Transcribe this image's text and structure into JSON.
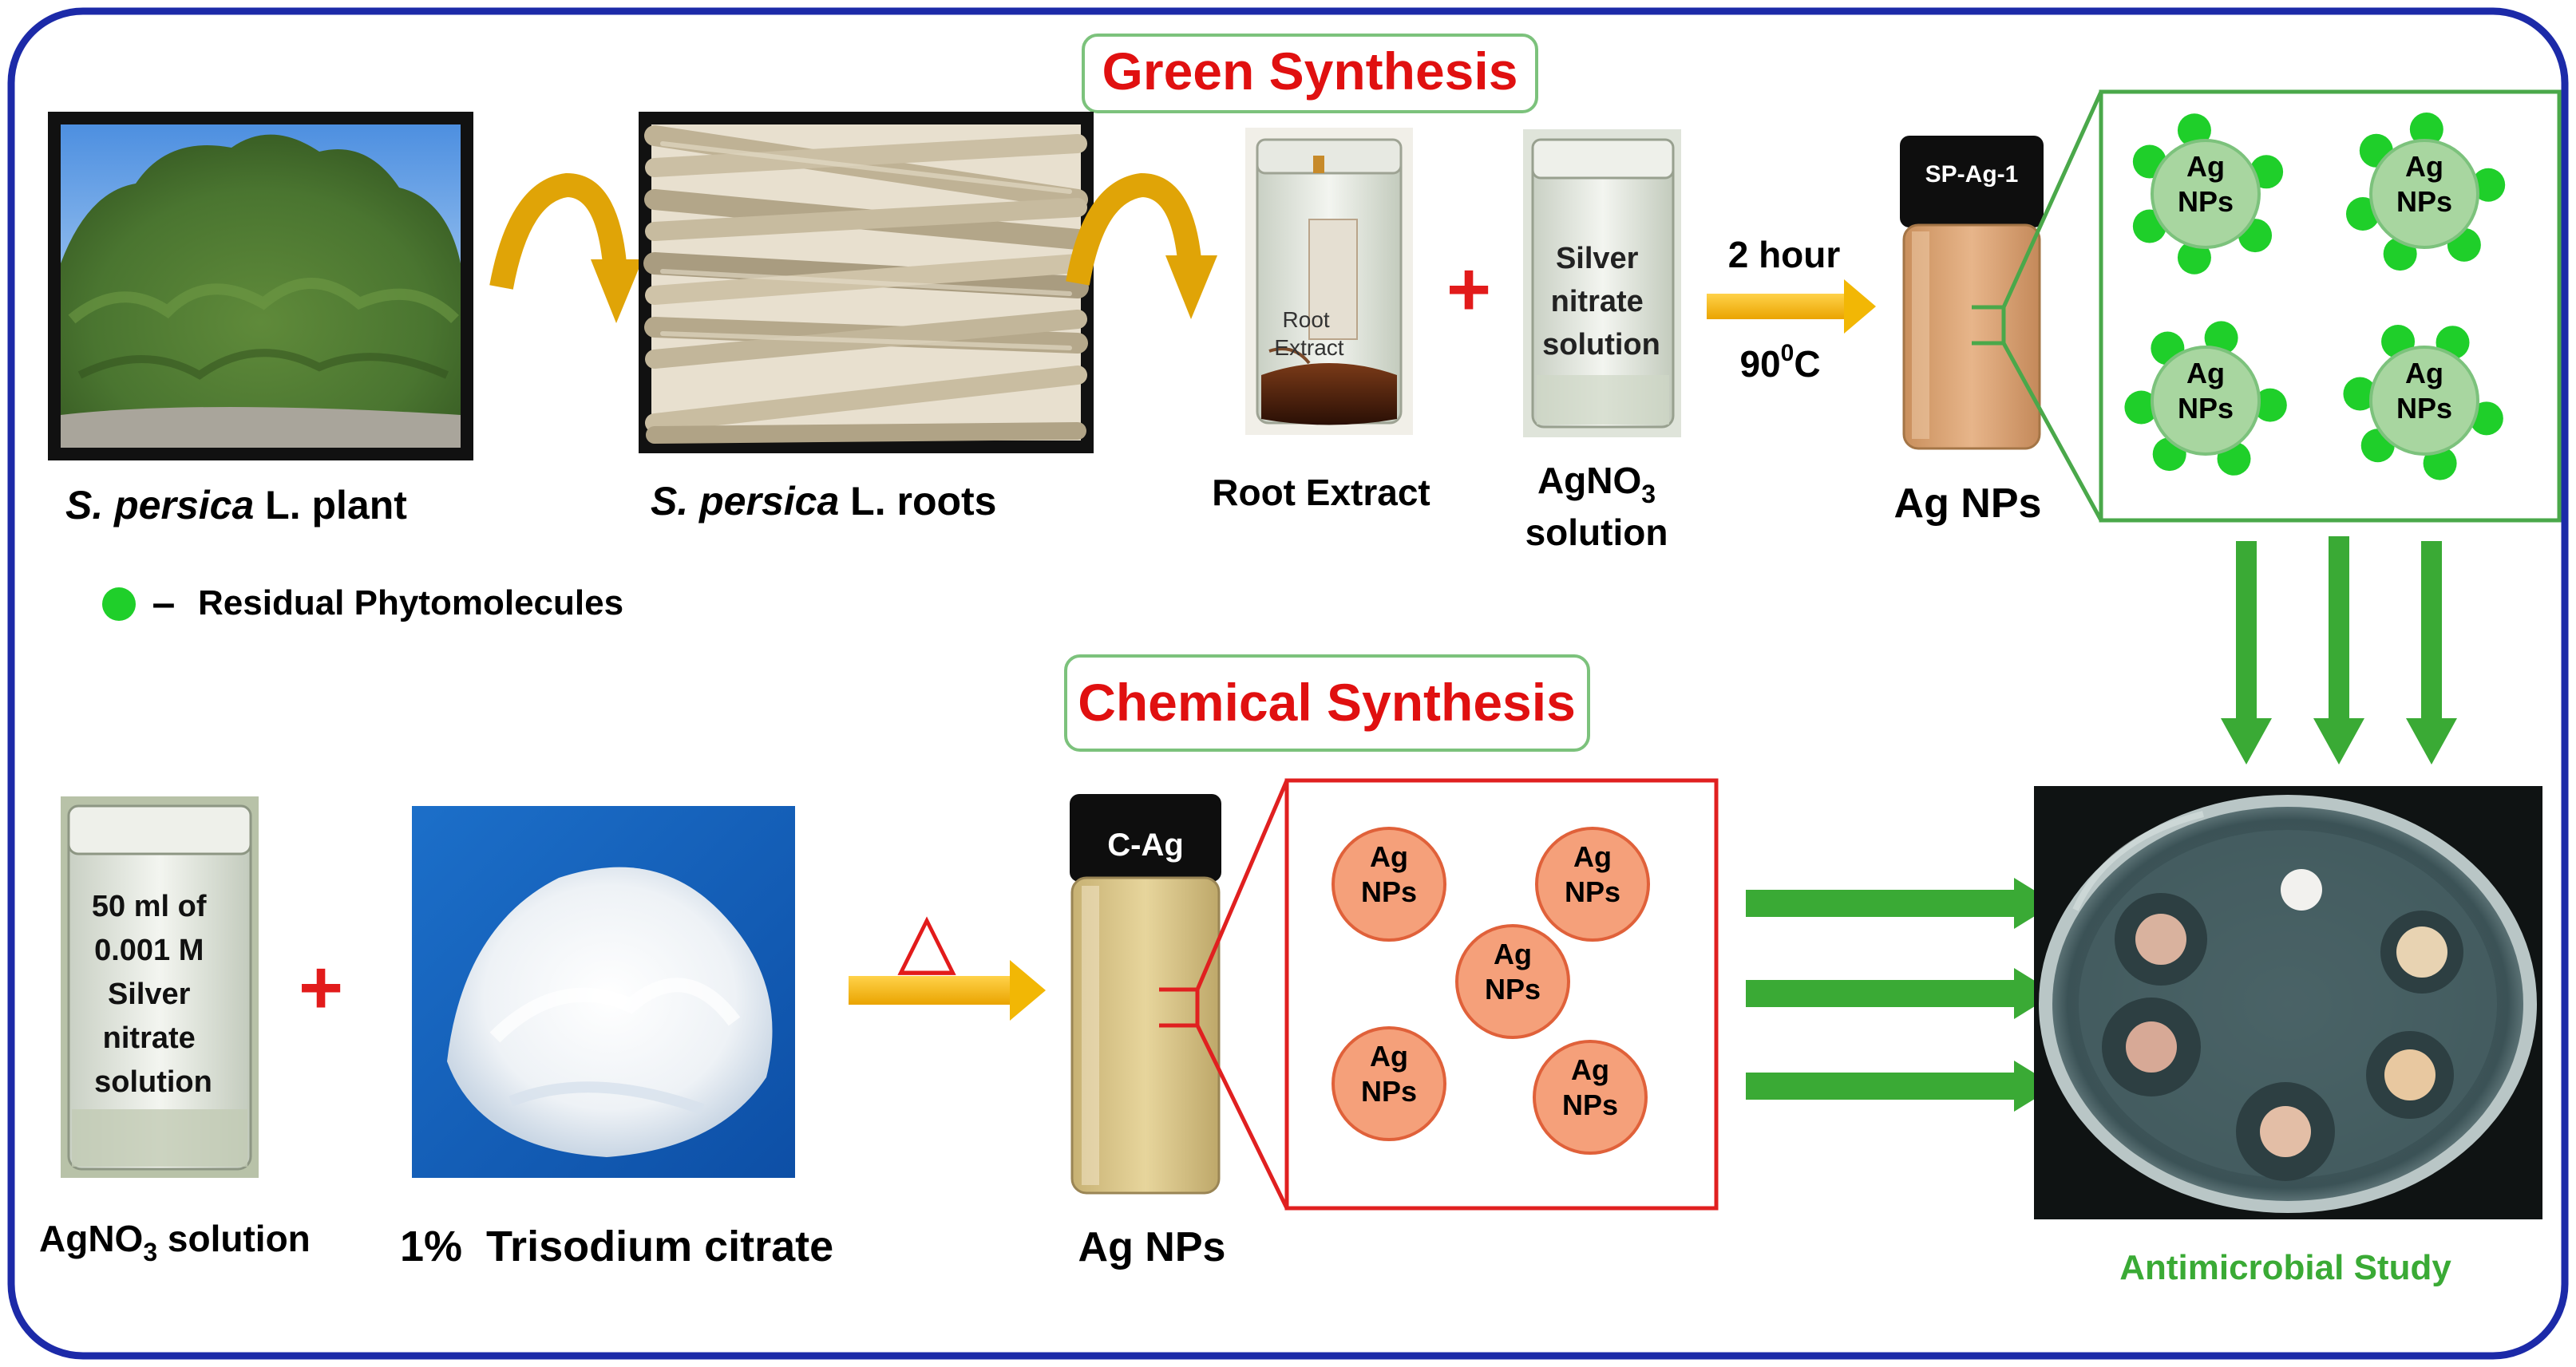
{
  "colors": {
    "frame": "#1c2aa8",
    "title_red": "#e01010",
    "title_box_green": "#6bbf6b",
    "accent_green": "#3aaa35",
    "np_green_fill": "#a8d6a0",
    "dot_green": "#1fcf2a",
    "np_orange_fill": "#f5a07a",
    "red_box": "#e02020",
    "arrow_orange": "#f2b705",
    "plus_red": "#e21b1b"
  },
  "green": {
    "title": "Green Synthesis",
    "plant_label_italic": "S. persica",
    "plant_label_rest": " L. plant",
    "roots_label_italic": "S. persica",
    "roots_label_rest": " L. roots",
    "root_extract_vial_text": [
      "Root",
      "Extract"
    ],
    "root_extract_label": "Root Extract",
    "silver_vial_text": [
      "Silver",
      "nitrate",
      "solution"
    ],
    "agno3_label_line1_main": "AgNO",
    "agno3_label_line1_sub": "3",
    "agno3_label_line2": "solution",
    "plus": "+",
    "condition_time": "2 hour",
    "condition_temp_main": "90",
    "condition_temp_sup": "0",
    "condition_temp_unit": "C",
    "product_vial_cap": "SP-Ag-1",
    "product_label": "Ag NPs",
    "np_text": [
      "Ag",
      "NPs"
    ]
  },
  "legend": {
    "dash": "–",
    "text": "Residual Phytomolecules"
  },
  "chemical": {
    "title": "Chemical Synthesis",
    "agno3_vial_text": [
      "50 ml of",
      "0.001 M",
      "Silver",
      "nitrate",
      "solution"
    ],
    "agno3_label_main": "AgNO",
    "agno3_label_sub": "3",
    "agno3_label_rest": " solution",
    "plus": "+",
    "citrate_label": "1%  Trisodium citrate",
    "heat_symbol": "△",
    "product_vial_cap": "C-Ag",
    "product_label": "Ag NPs",
    "np_text": [
      "Ag",
      "NPs"
    ]
  },
  "result": {
    "label": "Antimicrobial Study"
  }
}
